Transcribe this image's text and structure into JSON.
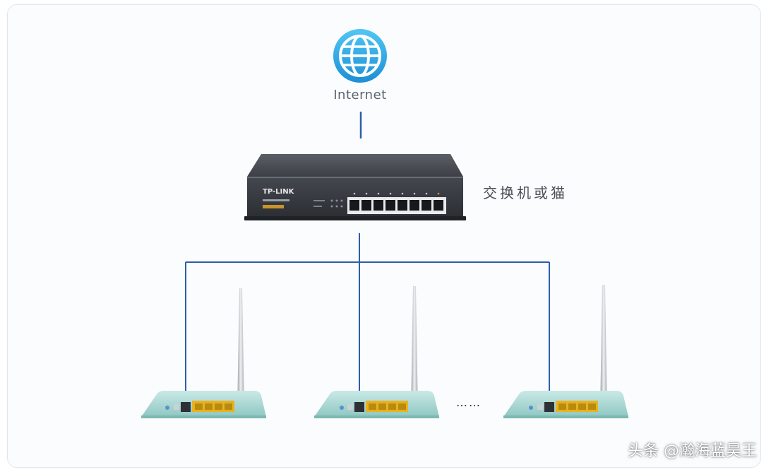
{
  "internet": {
    "label": "Internet",
    "icon": "globe-icon"
  },
  "switch": {
    "label": "交换机或猫",
    "brand": "TP-LINK",
    "ports": 8
  },
  "routers": {
    "count_shown": 3,
    "ellipsis": "……"
  },
  "watermark": "头条 @瀚海蓝昊王",
  "colors": {
    "link_line": "#2b5fa8",
    "globe": "#2aa7e8",
    "switch_body": "#3a3d43",
    "router_body": "#a8d6d2",
    "router_ports": "#e8b21e"
  }
}
